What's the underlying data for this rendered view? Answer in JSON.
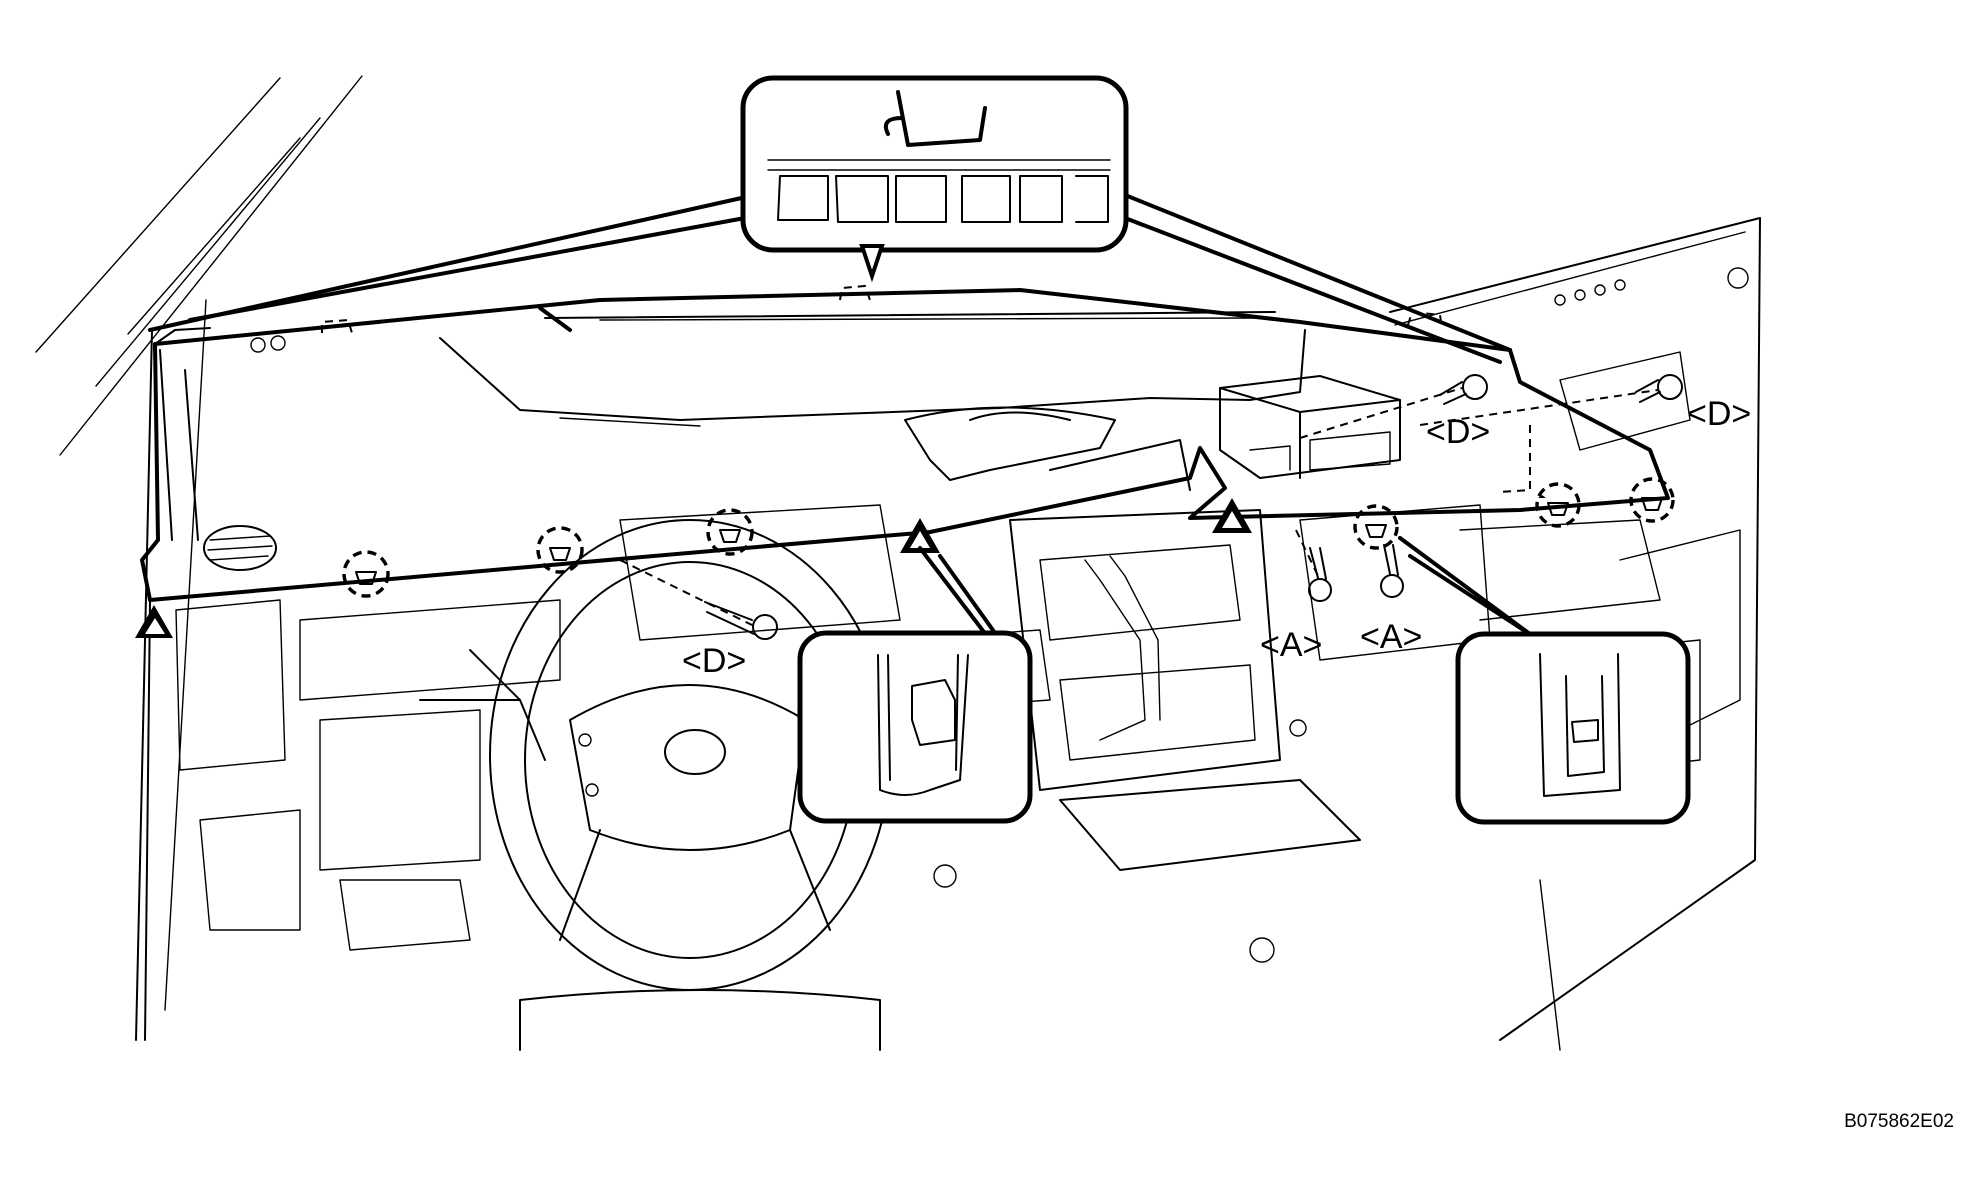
{
  "labels": {
    "fastener_a": "<A>",
    "fastener_d": "<D>"
  },
  "figure_id": "B075862E02"
}
